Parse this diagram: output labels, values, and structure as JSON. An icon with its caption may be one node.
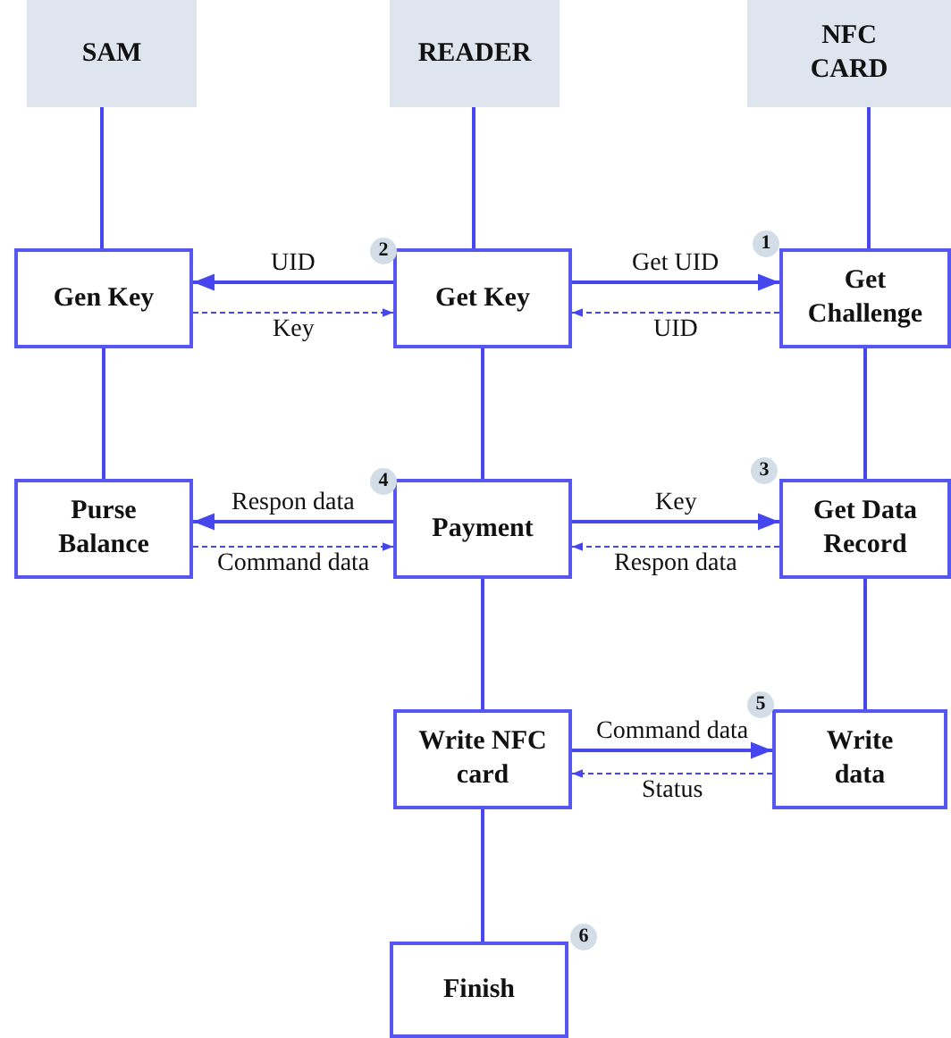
{
  "diagram": {
    "nodes": [
      {
        "text": [
          "SAM"
        ]
      },
      {
        "text": [
          "READER"
        ]
      },
      {
        "text": [
          "NFC CARD"
        ]
      },
      {
        "text": [
          "Gen Key"
        ]
      },
      {
        "text": [
          "Get Key"
        ],
        "beside": [
          "2"
        ]
      },
      {
        "text": [
          "Get Challenge"
        ],
        "beside": [
          "1"
        ]
      },
      {
        "text": [
          "Purse Balance"
        ]
      },
      {
        "text": [
          "Payment"
        ],
        "beside": [
          "4"
        ]
      },
      {
        "text": [
          "Get Data Record"
        ],
        "beside": [
          "3"
        ]
      },
      {
        "text": [
          "Write NFC card"
        ]
      },
      {
        "text": [
          "Write data"
        ],
        "beside": [
          "5"
        ]
      },
      {
        "text": [
          "Finish"
        ],
        "beside": [
          "6"
        ]
      }
    ],
    "edges": [
      {
        "from": 0,
        "to": 3,
        "arrow": "none"
      },
      {
        "from": 3,
        "to": 6,
        "arrow": "none"
      },
      {
        "from": 1,
        "to": 4,
        "arrow": "none"
      },
      {
        "from": 4,
        "to": 7,
        "arrow": "none"
      },
      {
        "from": 7,
        "to": 9,
        "arrow": "none"
      },
      {
        "from": 9,
        "to": 11,
        "arrow": "none"
      },
      {
        "from": 2,
        "to": 5,
        "arrow": "none"
      },
      {
        "from": 5,
        "to": 8,
        "arrow": "none"
      },
      {
        "from": 8,
        "to": 10,
        "arrow": "none"
      },
      {
        "from": 4,
        "to": 3,
        "arrow": "to",
        "label": "UID"
      },
      {
        "from": 3,
        "to": 4,
        "arrow": "to",
        "label": "Key",
        "style": "dashed"
      },
      {
        "from": 4,
        "to": 5,
        "arrow": "to",
        "label": "Get UID"
      },
      {
        "from": 5,
        "to": 4,
        "arrow": "to",
        "label": "UID",
        "style": "dashed"
      },
      {
        "from": 7,
        "to": 6,
        "arrow": "to",
        "label": "Respon data"
      },
      {
        "from": 6,
        "to": 7,
        "arrow": "to",
        "label": "Command data",
        "style": "dashed"
      },
      {
        "from": 7,
        "to": 8,
        "arrow": "to",
        "label": "Key"
      },
      {
        "from": 8,
        "to": 7,
        "arrow": "to",
        "label": "Respon data",
        "style": "dashed"
      },
      {
        "from": 9,
        "to": 10,
        "arrow": "to",
        "label": "Command data"
      },
      {
        "from": 10,
        "to": 9,
        "arrow": "to",
        "label": "Status",
        "style": "dashed"
      }
    ]
  }
}
